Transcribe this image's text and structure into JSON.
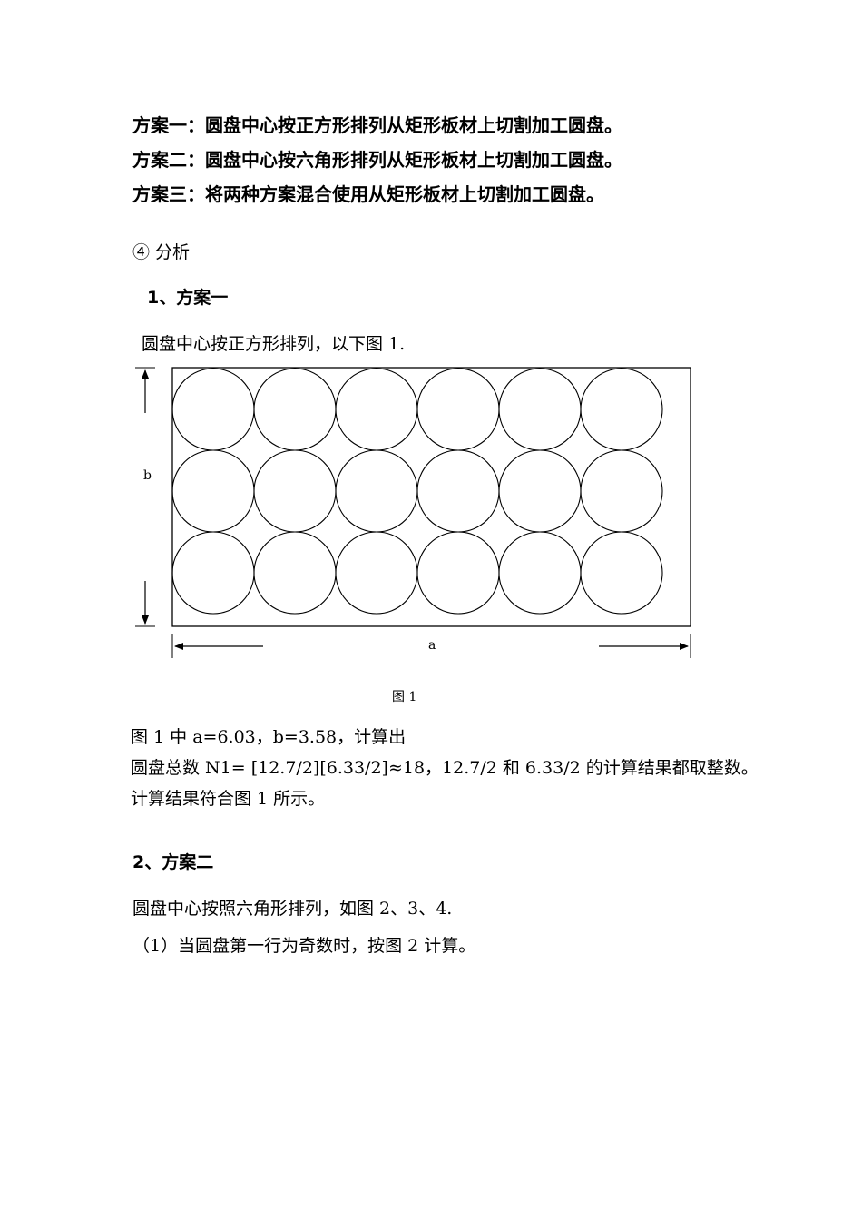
{
  "plans": [
    "方案一：圆盘中心按正方形排列从矩形板材上切割加工圆盘。",
    "方案二：圆盘中心按六角形排列从矩形板材上切割加工圆盘。",
    "方案三：将两种方案混合使用从矩形板材上切割加工圆盘。"
  ],
  "analysis_heading": "④ 分析",
  "section1": {
    "heading": "1、方案一",
    "intro": "圆盘中心按正方形排列，以下图 1.",
    "figure": {
      "label_b": "b",
      "label_a": "a",
      "caption": "图 1",
      "rows": 3,
      "cols": 6
    },
    "calc": [
      "图 1 中 a=6.03，b=3.58，计算出",
      "圆盘总数 N1= [12.7/2][6.33/2]≈18，12.7/2 和 6.33/2 的计算结果都取整数。",
      "计算结果符合图 1 所示。"
    ]
  },
  "section2": {
    "heading": "2、方案二",
    "intro": "圆盘中心按照六角形排列，如图 2、3、4.",
    "item1": "（1）当圆盘第一行为奇数时，按图 2 计算。"
  }
}
